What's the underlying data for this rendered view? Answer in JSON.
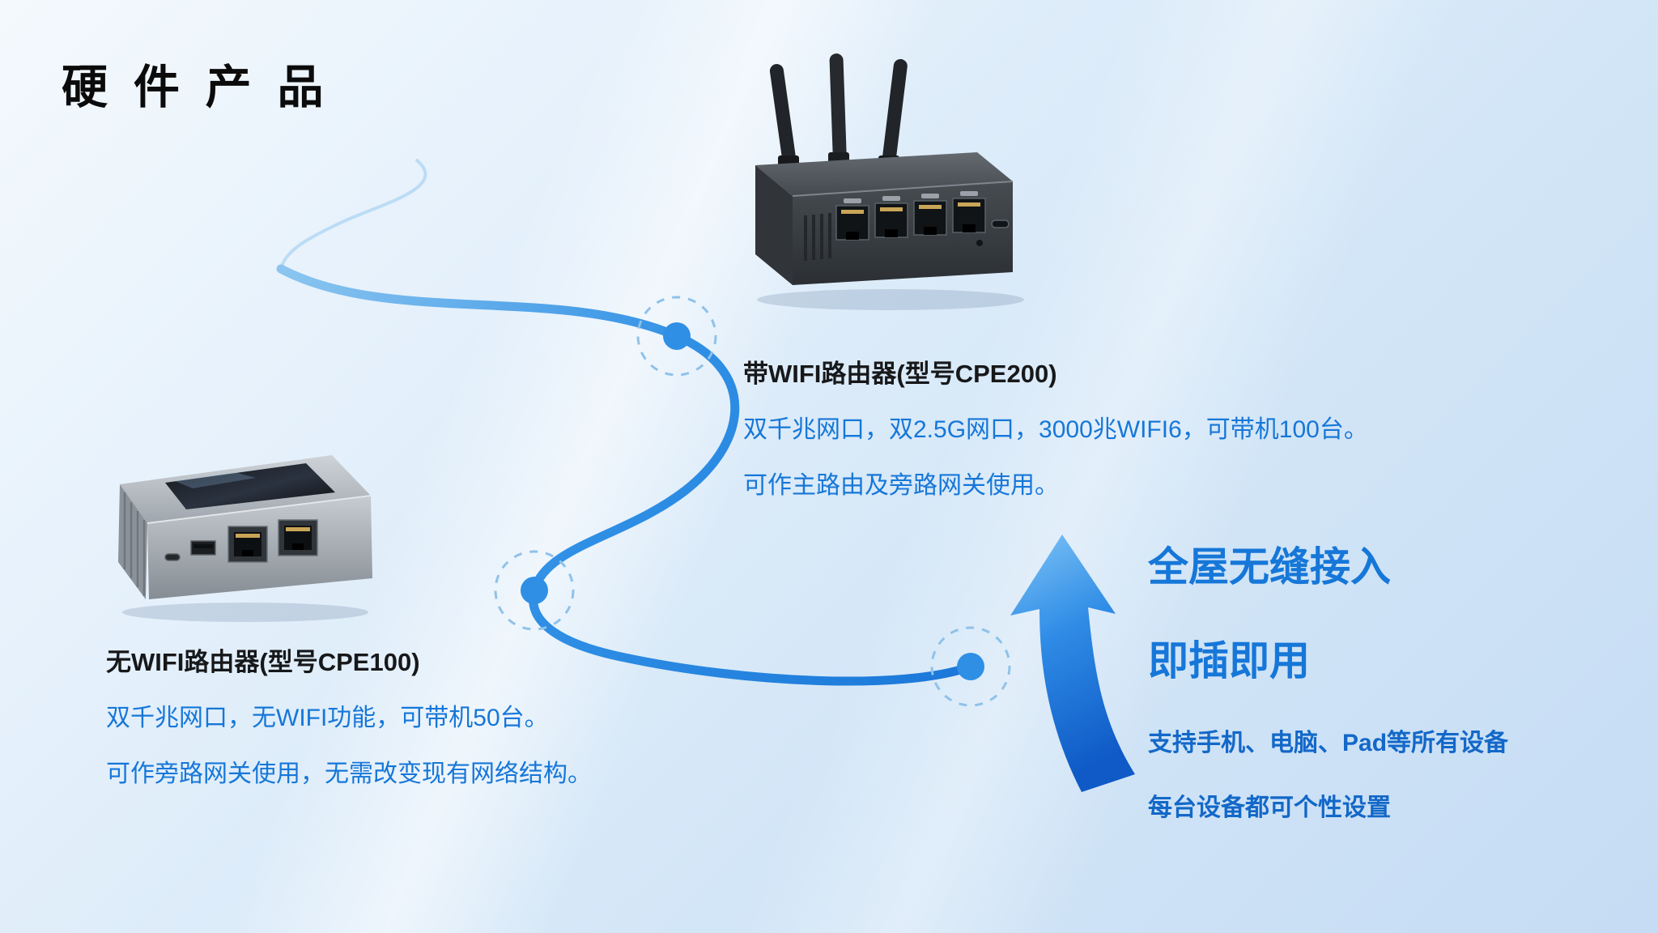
{
  "page": {
    "title": "硬 件 产 品"
  },
  "cpe200": {
    "name": "带WIFI路由器(型号CPE200)",
    "desc1": "双千兆网口，双2.5G网口，3000兆WIFI6，可带机100台。",
    "desc2": "可作主路由及旁路网关使用。"
  },
  "cpe100": {
    "name": "无WIFI路由器(型号CPE100)",
    "desc1": "双千兆网口，无WIFI功能，可带机50台。",
    "desc2": "可作旁路网关使用，无需改变现有网络结构。"
  },
  "benefits": {
    "headline1": "全屋无缝接入",
    "headline2": "即插即用",
    "detail1": "支持手机、电脑、Pad等所有设备",
    "detail2": "每台设备都可个性设置"
  },
  "colors": {
    "accent": "#1677d8",
    "accent-deep": "#1368c8",
    "title-color": "#0b0b0c",
    "node-blue": "#2f8fe5",
    "line-blue": "#1b78d9",
    "arrow-top": "#7fc4f6",
    "arrow-bottom": "#0f5ac6"
  }
}
